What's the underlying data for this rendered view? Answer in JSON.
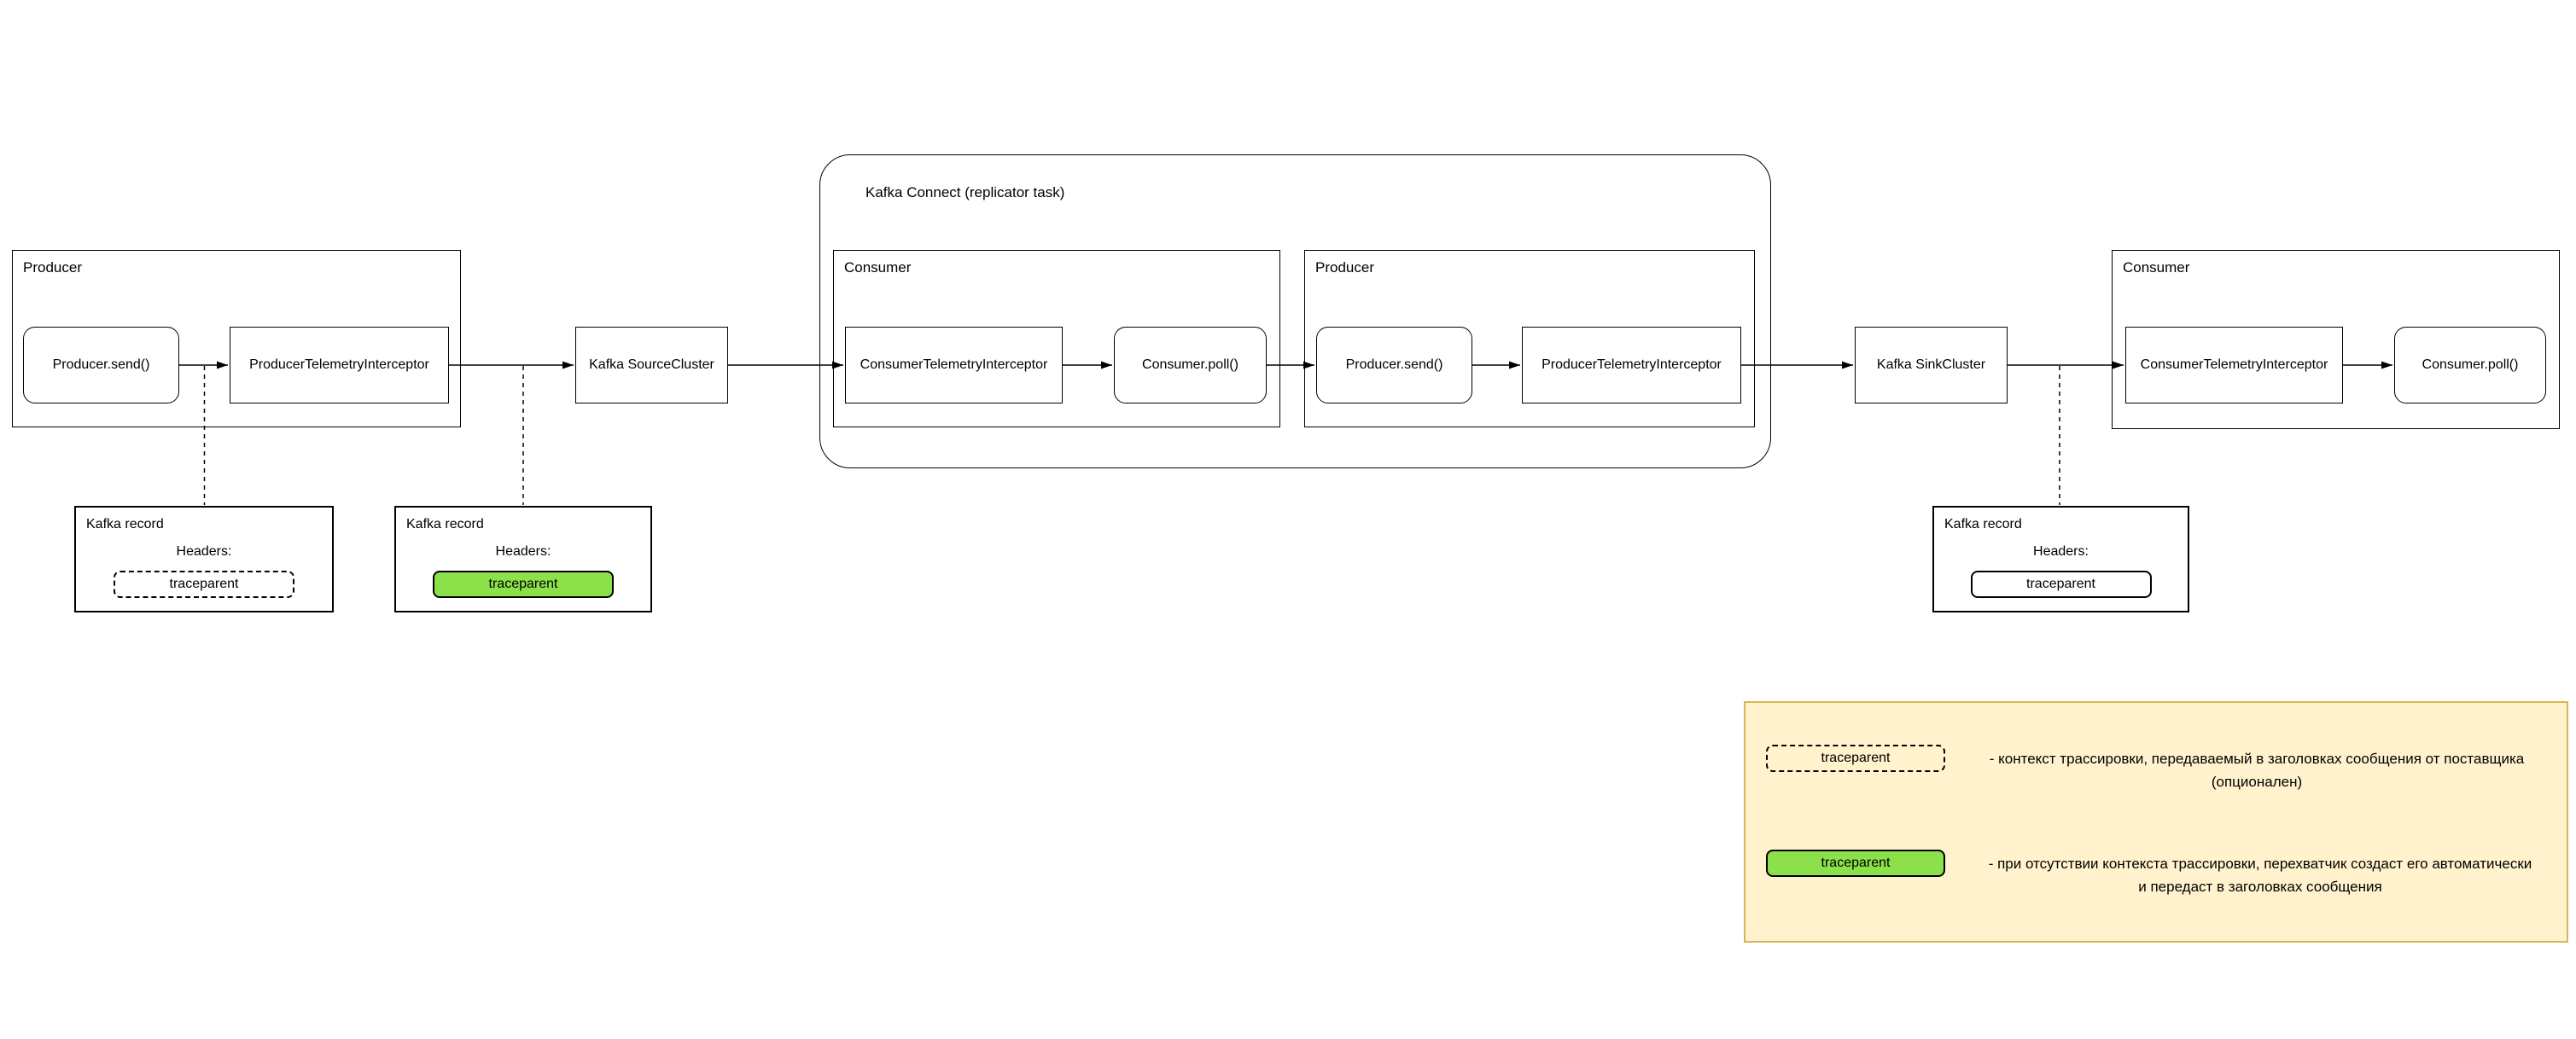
{
  "diagram": {
    "groups": {
      "producer_left": "Producer",
      "kafka_connect": "Kafka Connect (replicator task)",
      "kc_consumer": "Consumer",
      "kc_producer": "Producer",
      "consumer_right": "Consumer"
    },
    "nodes": {
      "producer_send_left": "Producer.send()",
      "producer_interceptor_left": "ProducerTelemetryInterceptor",
      "kafka_source_cluster": "Kafka SourceCluster",
      "consumer_interceptor_kc": "ConsumerTelemetryInterceptor",
      "consumer_poll_kc": "Consumer.poll()",
      "producer_send_kc": "Producer.send()",
      "producer_interceptor_kc": "ProducerTelemetryInterceptor",
      "kafka_sink_cluster": "Kafka SinkCluster",
      "consumer_interceptor_right": "ConsumerTelemetryInterceptor",
      "consumer_poll_right": "Consumer.poll()"
    },
    "records": [
      {
        "title": "Kafka record",
        "headers_label": "Headers:",
        "header_value": "traceparent",
        "chip_style": "dashed"
      },
      {
        "title": "Kafka record",
        "headers_label": "Headers:",
        "header_value": "traceparent",
        "chip_style": "green"
      },
      {
        "title": "Kafka record",
        "headers_label": "Headers:",
        "header_value": "traceparent",
        "chip_style": "solid"
      }
    ],
    "legend": {
      "items": [
        {
          "chip_label": "traceparent",
          "chip_style": "dashed",
          "description": "- контекст трассировки, передаваемый в заголовках сообщения от поставщика\n(опционален)"
        },
        {
          "chip_label": "traceparent",
          "chip_style": "green",
          "description": "- при отсутствии контекста трассировки, перехватчик создаст его автоматически\nи передаст в заголовках сообщения"
        }
      ]
    },
    "colors": {
      "highlight_green": "#8CE04A",
      "legend_background": "#FFF2CC",
      "legend_border": "#D6B656",
      "stroke": "#000000"
    }
  }
}
